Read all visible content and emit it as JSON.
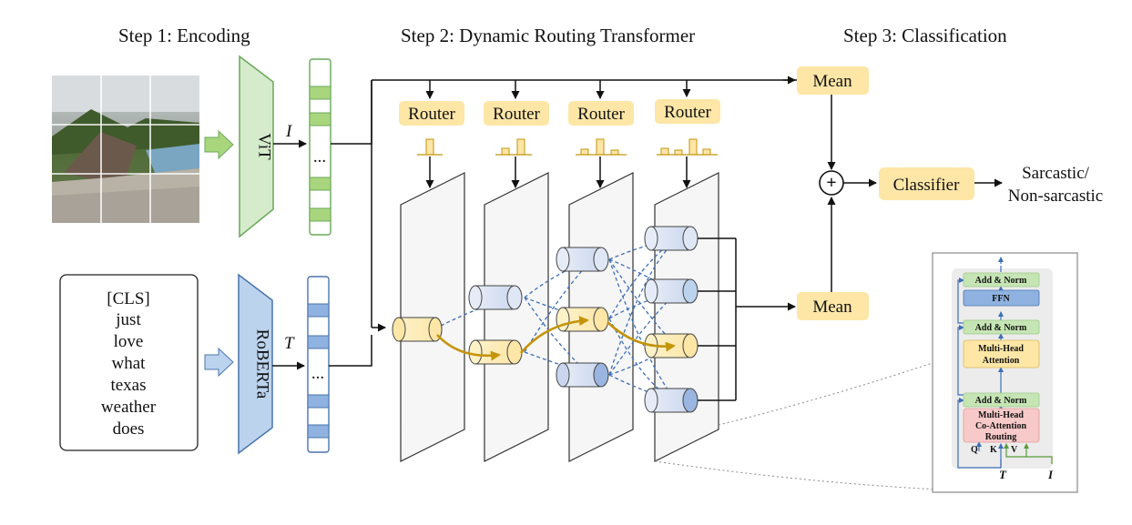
{
  "steps": {
    "step1": "Step 1: Encoding",
    "step2": "Step 2: Dynamic Routing Transformer",
    "step3": "Step 3: Classification"
  },
  "encoders": {
    "image_encoder": "ViT",
    "text_encoder": "RoBERTa",
    "image_feature_symbol": "I",
    "text_feature_symbol": "T",
    "ellipsis": "..."
  },
  "text_input": {
    "tokens": [
      "[CLS]",
      "just",
      "love",
      "what",
      "texas",
      "weather",
      "does"
    ]
  },
  "routing": {
    "router_label": "Router",
    "router_count": 4
  },
  "classification": {
    "mean_label": "Mean",
    "plus_symbol": "+",
    "classifier_label": "Classifier",
    "output_line1": "Sarcastic/",
    "output_line2": "Non-sarcastic"
  },
  "layer_detail": {
    "add_norm": "Add & Norm",
    "ffn": "FFN",
    "mha_line1": "Multi-Head",
    "mha_line2": "Attention",
    "coattn_line1": "Multi-Head",
    "coattn_line2": "Co-Attention",
    "coattn_line3": "Routing",
    "q": "Q",
    "k": "K",
    "v": "V",
    "t_input": "T",
    "i_input": "I"
  },
  "colors": {
    "vit_fill": "#d5ebcc",
    "vit_stroke": "#6aa85a",
    "roberta_fill": "#bcd3ee",
    "roberta_stroke": "#4a74ad",
    "router_fill": "#fde6a6",
    "route_arrow": "#c4940a",
    "dashed_arrow": "#3d6fb8"
  }
}
